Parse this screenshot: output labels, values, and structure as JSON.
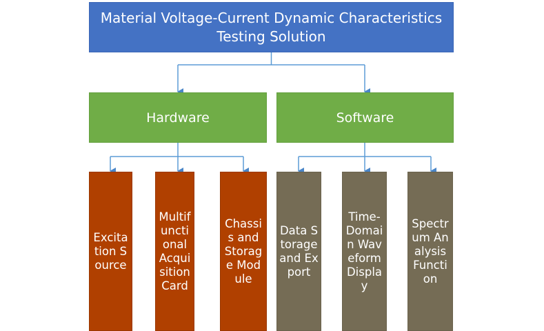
{
  "diagram": {
    "title": "Material Voltage-Current Dynamic Characteristics Testing Solution",
    "colors": {
      "title": "#4472c4",
      "category": "#70ad47",
      "hardware_leaf": "#b04000",
      "software_leaf": "#756c55",
      "connector": "#5b9bd5"
    },
    "categories": [
      {
        "label": "Hardware",
        "children": [
          {
            "label": "Excitation Source"
          },
          {
            "label": "Multifunctional Acquisition Card"
          },
          {
            "label": "Chassis and Storage Module"
          }
        ]
      },
      {
        "label": "Software",
        "children": [
          {
            "label": "Data Storage and Export"
          },
          {
            "label": "Time-Domain Waveform Display"
          },
          {
            "label": "Spectrum Analysis Function"
          }
        ]
      }
    ]
  }
}
